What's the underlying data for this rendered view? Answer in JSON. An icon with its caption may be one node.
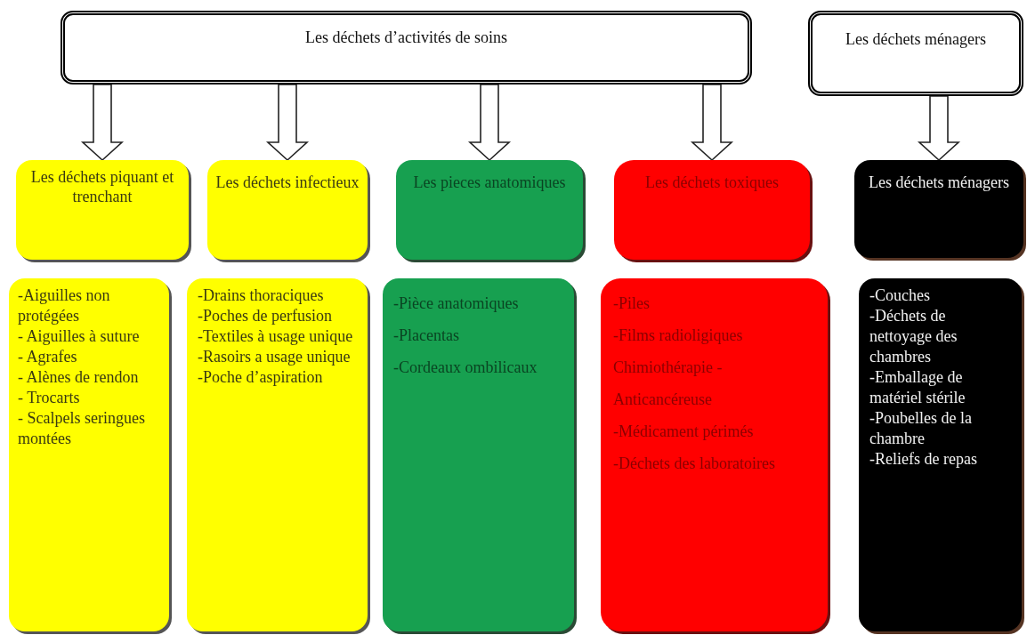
{
  "diagram": {
    "nodes": [
      {
        "text": [
          "Les déchets d’activités de soins"
        ]
      },
      {
        "text": [
          "Les déchets ménagers"
        ]
      },
      {
        "text": [
          "Les déchets piquant et trenchant"
        ]
      },
      {
        "text": [
          "Les déchets infectieux"
        ]
      },
      {
        "text": [
          "Les pieces anatomiques"
        ]
      },
      {
        "text": [
          "Les déchets toxiques"
        ]
      },
      {
        "text": [
          "Les déchets ménagers"
        ]
      },
      {
        "text": [
          "-Aiguilles non protégées",
          "- Aiguilles à suture",
          "- Agrafes",
          "- Alènes de rendon",
          "- Trocarts",
          "- Scalpels seringues montées"
        ]
      },
      {
        "text": [
          "-Drains thoraciques",
          "-Poches de perfusion",
          "-Textiles à usage unique",
          "-Rasoirs a usage unique",
          "-Poche d’aspiration"
        ]
      },
      {
        "text": [
          "-Pièce anatomiques",
          "-Placentas",
          "-Cordeaux ombilicaux"
        ]
      },
      {
        "text": [
          "-Piles",
          "-Films radioligiques",
          "Chimiothérapie - Anticancéreuse",
          "-Médicament périmés",
          "-Déchets des laboratoires"
        ]
      },
      {
        "text": [
          "-Couches",
          "-Déchets de nettoyage des chambres",
          "-Emballage de matériel stérile",
          "-Poubelles de la chambre",
          "-Reliefs de repas"
        ]
      }
    ],
    "edges": [
      {
        "from": 0,
        "to": 2,
        "arrow": "to"
      },
      {
        "from": 0,
        "to": 3,
        "arrow": "to"
      },
      {
        "from": 0,
        "to": 4,
        "arrow": "to"
      },
      {
        "from": 0,
        "to": 5,
        "arrow": "to"
      },
      {
        "from": 1,
        "to": 6,
        "arrow": "to"
      }
    ]
  }
}
